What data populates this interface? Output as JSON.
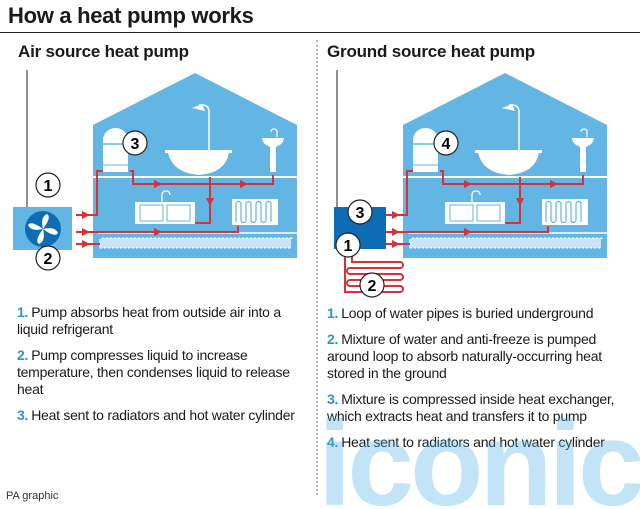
{
  "title": "How a heat pump works",
  "colors": {
    "house": "#63b5e3",
    "pipe": "#d5333a",
    "number": "#2c93d1",
    "ground_box": "#0d6cb3"
  },
  "air": {
    "heading": "Air source heat pump",
    "callouts": [
      "1",
      "2",
      "3"
    ],
    "steps": [
      {
        "num": "1.",
        "text": "Pump absorbs heat from outside air into a liquid refrigerant"
      },
      {
        "num": "2.",
        "text": "Pump compresses liquid to increase temperature, then condenses liquid to release heat"
      },
      {
        "num": "3.",
        "text": "Heat sent to radiators and hot water cylinder"
      }
    ]
  },
  "ground": {
    "heading": "Ground source heat pump",
    "callouts": [
      "1",
      "2",
      "3",
      "4"
    ],
    "steps": [
      {
        "num": "1.",
        "text": "Loop of water pipes is buried underground"
      },
      {
        "num": "2.",
        "text": "Mixture of water and anti-freeze is pumped around loop to absorb naturally-occurring heat stored in the ground"
      },
      {
        "num": "3.",
        "text": "Mixture is compressed inside heat exchanger, which extracts heat and transfers it to pump"
      },
      {
        "num": "4.",
        "text": "Heat sent to radiators and hot water cylinder"
      }
    ]
  },
  "credit": "PA graphic",
  "watermark": "iconic"
}
